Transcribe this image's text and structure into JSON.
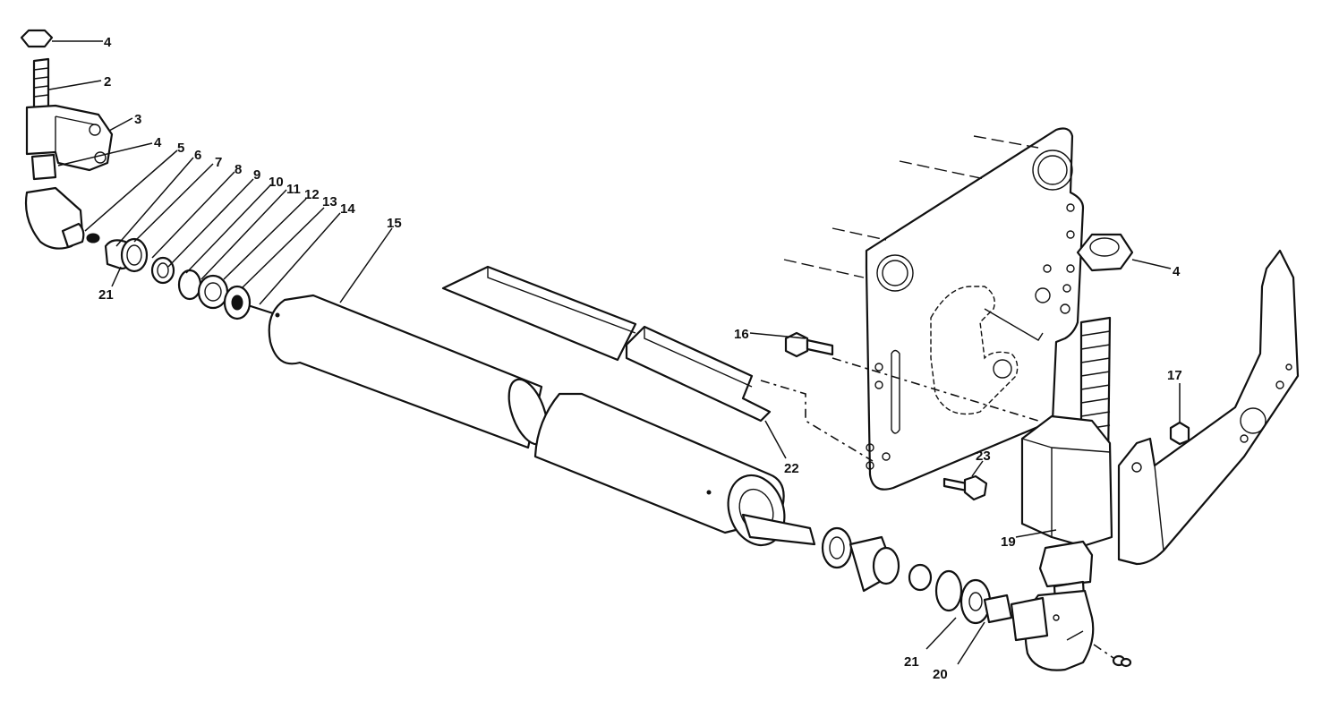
{
  "callouts": [
    {
      "id": "c4a",
      "label": "4"
    },
    {
      "id": "c2",
      "label": "2"
    },
    {
      "id": "c3",
      "label": "3"
    },
    {
      "id": "c4b",
      "label": "4"
    },
    {
      "id": "c5",
      "label": "5"
    },
    {
      "id": "c6",
      "label": "6"
    },
    {
      "id": "c7",
      "label": "7"
    },
    {
      "id": "c8",
      "label": "8"
    },
    {
      "id": "c9",
      "label": "9"
    },
    {
      "id": "c10",
      "label": "10"
    },
    {
      "id": "c11",
      "label": "11"
    },
    {
      "id": "c12",
      "label": "12"
    },
    {
      "id": "c13",
      "label": "13"
    },
    {
      "id": "c14",
      "label": "14"
    },
    {
      "id": "c15",
      "label": "15"
    },
    {
      "id": "c21a",
      "label": "21"
    },
    {
      "id": "c16",
      "label": "16"
    },
    {
      "id": "c4c",
      "label": "4"
    },
    {
      "id": "c17",
      "label": "17"
    },
    {
      "id": "c22",
      "label": "22"
    },
    {
      "id": "c23",
      "label": "23"
    },
    {
      "id": "c19",
      "label": "19"
    },
    {
      "id": "c21b",
      "label": "21"
    },
    {
      "id": "c20",
      "label": "20"
    }
  ]
}
